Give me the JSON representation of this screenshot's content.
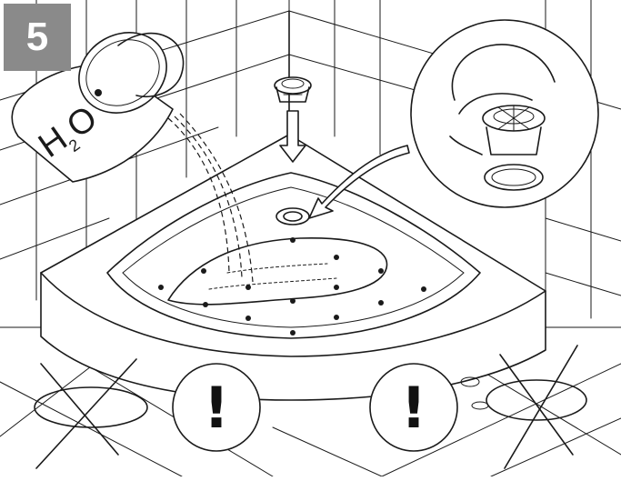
{
  "step": {
    "number": "5"
  },
  "jug": {
    "label_h": "H",
    "label_sub": "2",
    "label_o": "O"
  },
  "warnings": [
    {
      "symbol": "!"
    },
    {
      "symbol": "!"
    }
  ],
  "colors": {
    "badge": "#8a8a8a",
    "line": "#1a1a1a",
    "background": "#ffffff"
  }
}
